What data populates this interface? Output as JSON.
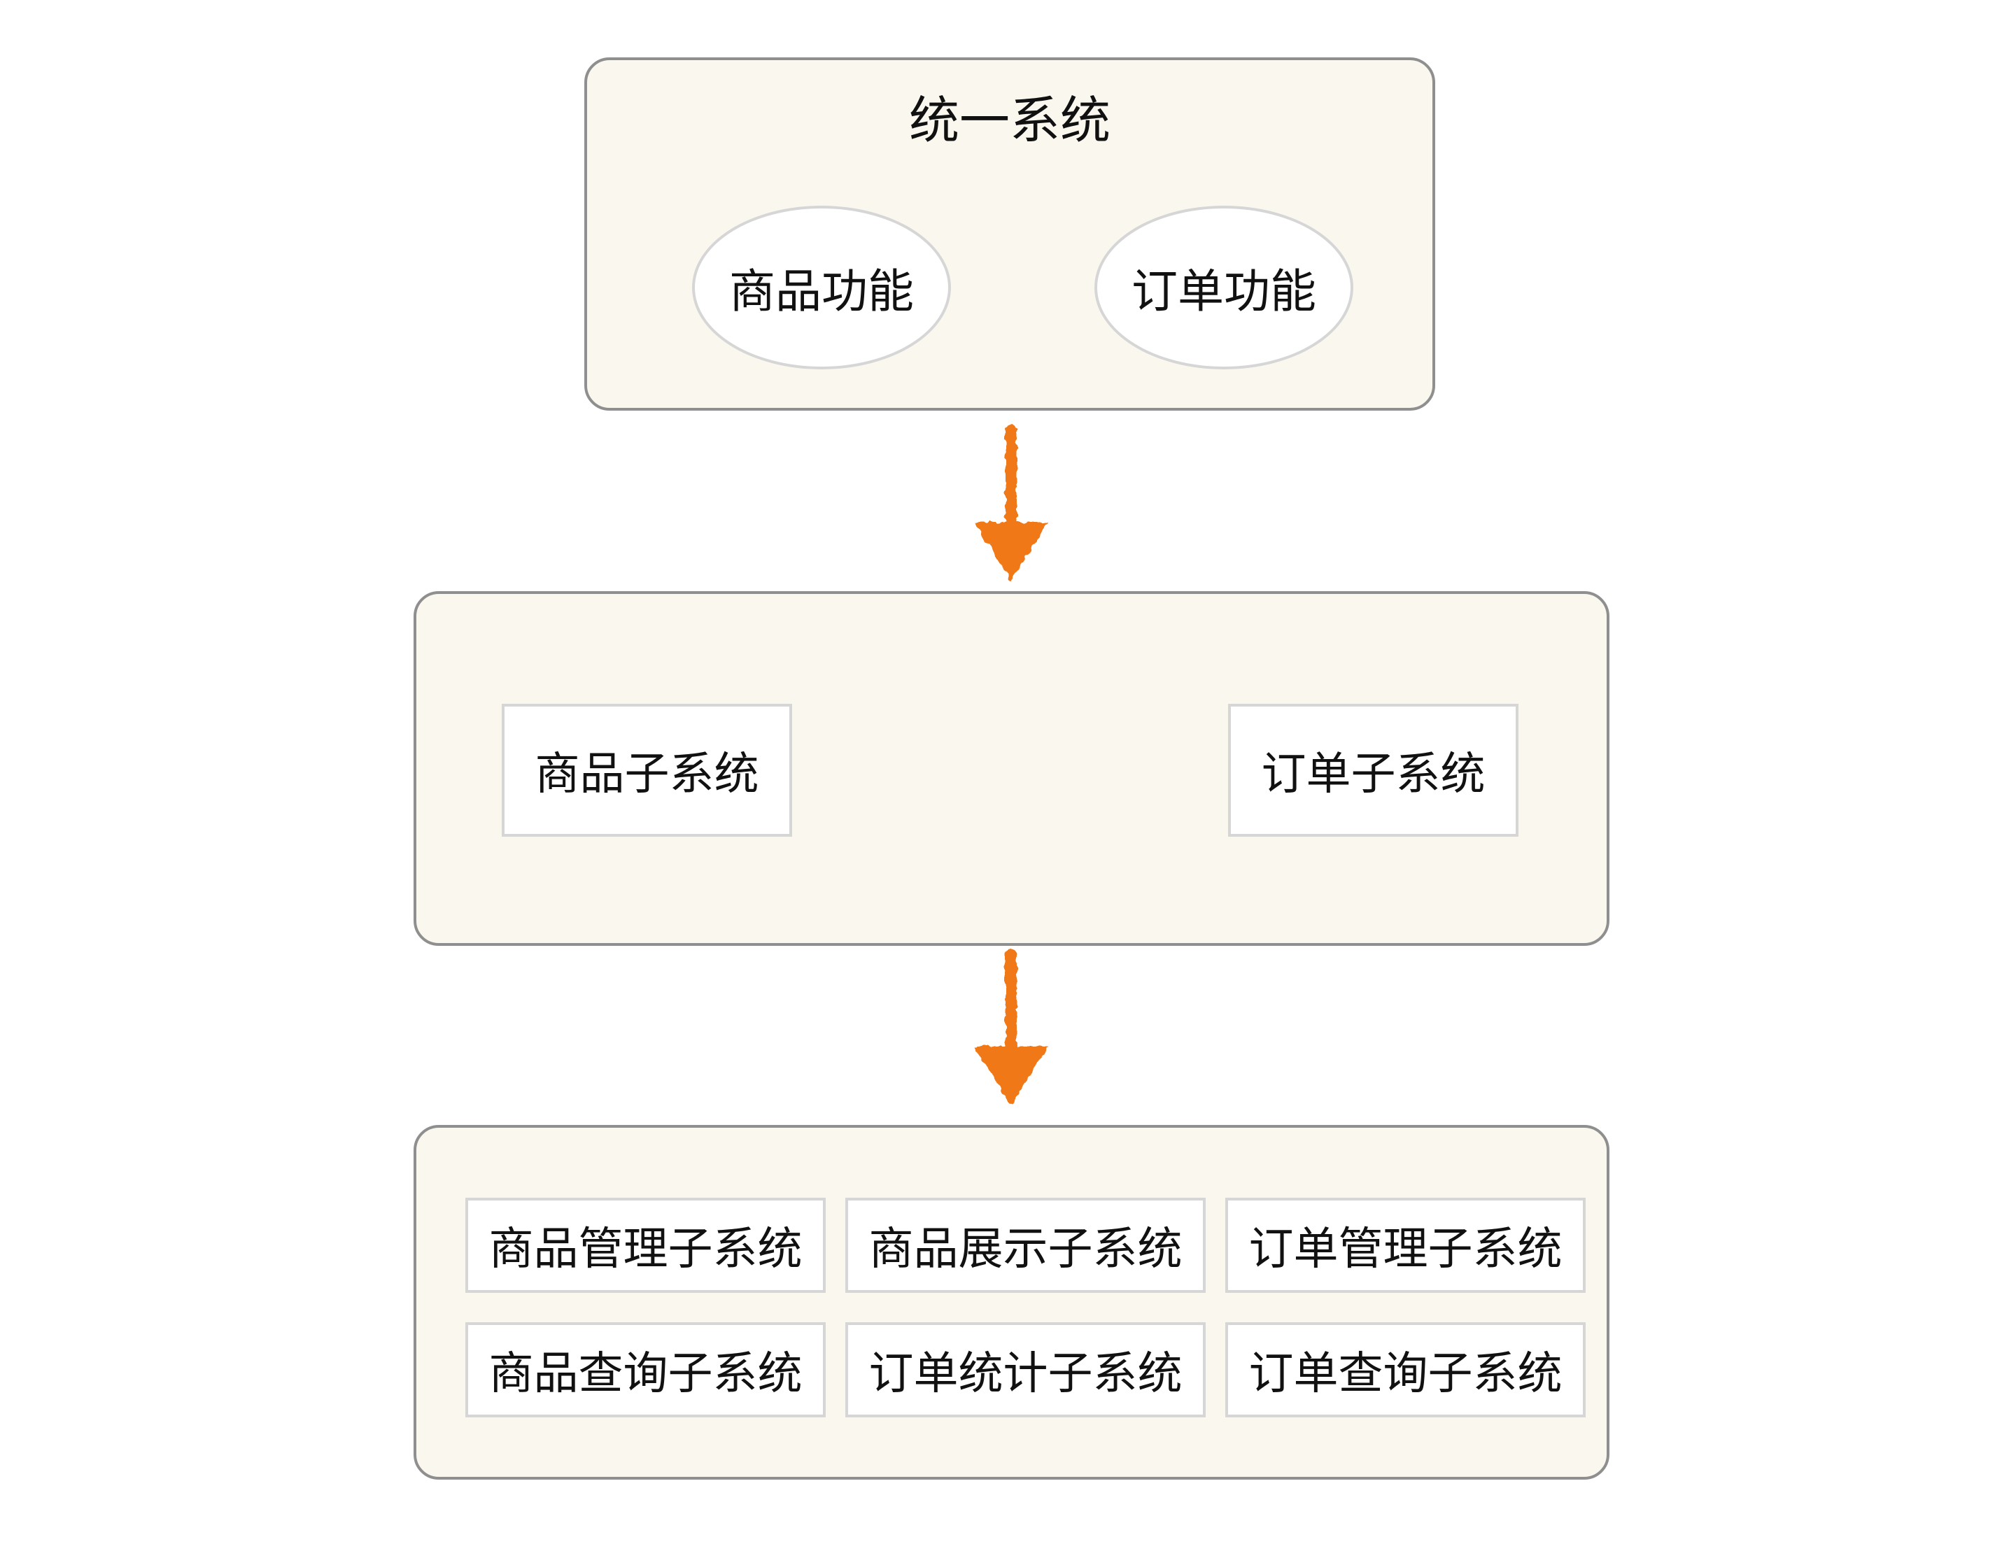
{
  "top": {
    "title": "统一系统",
    "items": [
      "商品功能",
      "订单功能"
    ]
  },
  "middle": {
    "items": [
      "商品子系统",
      "订单子系统"
    ]
  },
  "bottom": {
    "items": [
      "商品管理子系统",
      "商品展示子系统",
      "订单管理子系统",
      "商品查询子系统",
      "订单统计子系统",
      "订单查询子系统"
    ]
  },
  "colors": {
    "panel_fill": "#faf8ee",
    "panel_border": "#8f8f8f",
    "box_border": "#d6d6d6",
    "arrow": "#f07818"
  }
}
